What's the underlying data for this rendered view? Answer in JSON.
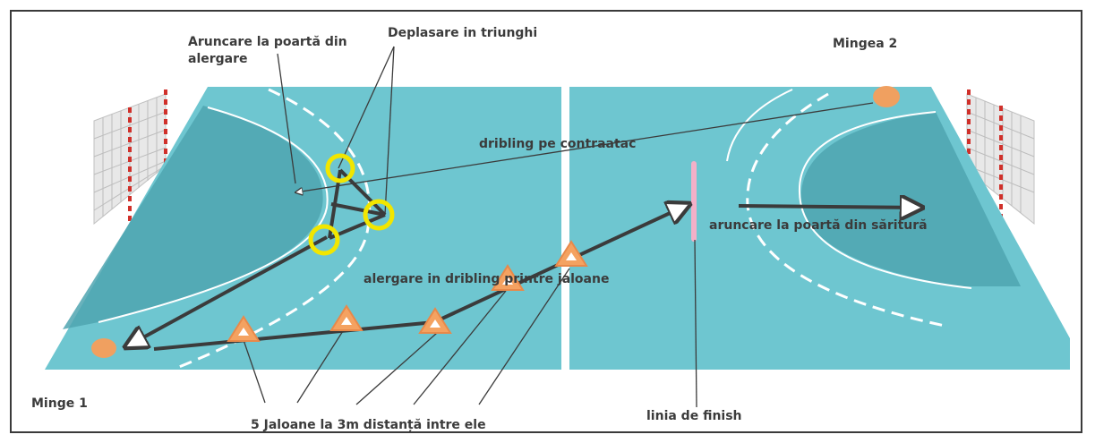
{
  "labels": {
    "throw_running": "Aruncare la poartă din alergare",
    "triangle_move": "Deplasare in triunghi",
    "ball_2": "Mingea 2",
    "dribble_counter": "dribling pe contraatac",
    "jump_throw": "aruncare la poartă din săritură",
    "dribble_cones": "alergare in dribling printre jaloane",
    "ball_1": "Minge 1",
    "cones_spacing": "5 Jaloane la 3m distanță intre ele",
    "finish_line": "linia de finish"
  },
  "colors": {
    "court": "#6ec6d0",
    "zone": "#4fa4b0",
    "line": "#ffffff",
    "arrow": "#3b3b3b",
    "cone": "#f4a261",
    "ball": "#f0a060",
    "marker": "#f2e600",
    "finish": "#f4b0c8",
    "goal_post": "#d0302a"
  },
  "icons": [
    "cone-icon",
    "ball-icon",
    "marker-ring-icon",
    "goal-icon",
    "arrow-icon"
  ]
}
